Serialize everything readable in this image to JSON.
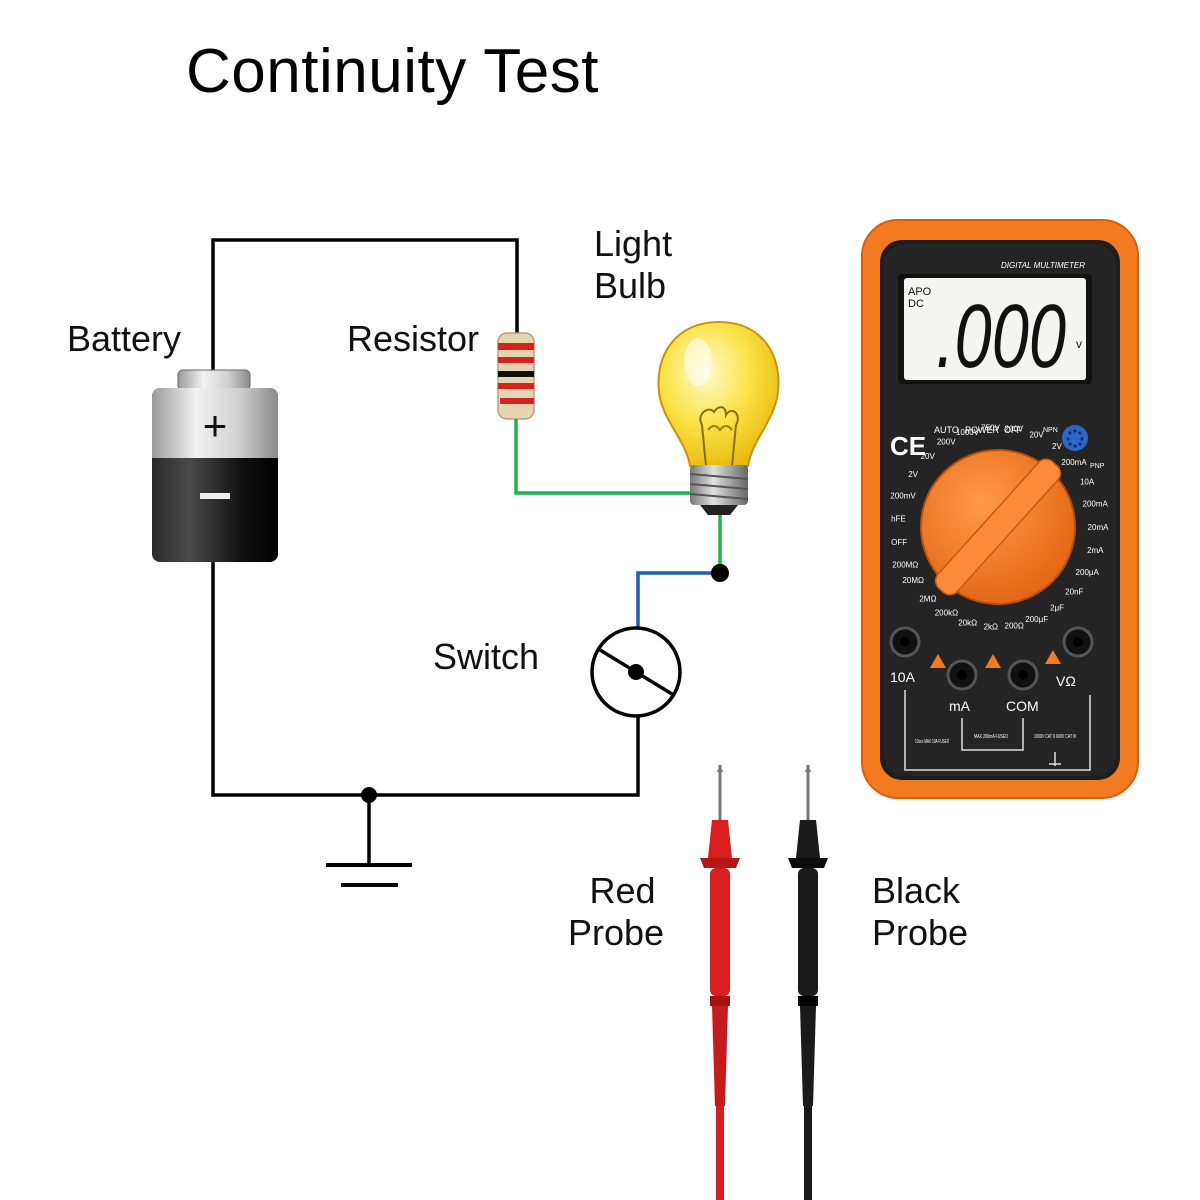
{
  "title": "Continuity Test",
  "labels": {
    "battery": "Battery",
    "resistor": "Resistor",
    "light_bulb": [
      "Light",
      "Bulb"
    ],
    "switch": "Switch",
    "red_probe": [
      "Red",
      "Probe"
    ],
    "black_probe": [
      "Black",
      "Probe"
    ]
  },
  "battery": {
    "plus": "+",
    "minus": "−"
  },
  "multimeter": {
    "brand": "DIGITAL MULTIMETER",
    "display": {
      "reading": ".000",
      "unit": "v",
      "indicators": [
        "APO",
        "DC"
      ]
    },
    "ce": "CE",
    "top_labels": [
      "AUTO",
      "POWER",
      "OFF"
    ],
    "dial_labels": [
      "200MΩ",
      "OFF",
      "hFE",
      "200mV",
      "2V",
      "20V",
      "200V",
      "1000V",
      "750V",
      "200V",
      "20V",
      "2V",
      "200mA",
      "10A",
      "200mA",
      "20mA",
      "2mA",
      "200μA",
      "20nF",
      "2μF",
      "200μF",
      "200Ω",
      "2kΩ",
      "20kΩ",
      "200kΩ",
      "2MΩ",
      "20MΩ"
    ],
    "ports": [
      "10A",
      "mA",
      "COM",
      "VΩ"
    ],
    "port_notes": [
      "10sec MAX 10A FUSED",
      "MAX 200mA FUSED",
      "1000V CAT II 600V CAT III"
    ],
    "transistor": [
      "NPN",
      "PNP"
    ]
  },
  "colors": {
    "wire": "#000000",
    "green_wire": "#22b14c",
    "blue_wire": "#1f5fb8",
    "meter_orange": "#f47a20",
    "meter_body": "#1e1e1e",
    "lcd": "#f4f4f0",
    "red_probe": "#d81e1e",
    "black_probe": "#1a1a1a"
  }
}
